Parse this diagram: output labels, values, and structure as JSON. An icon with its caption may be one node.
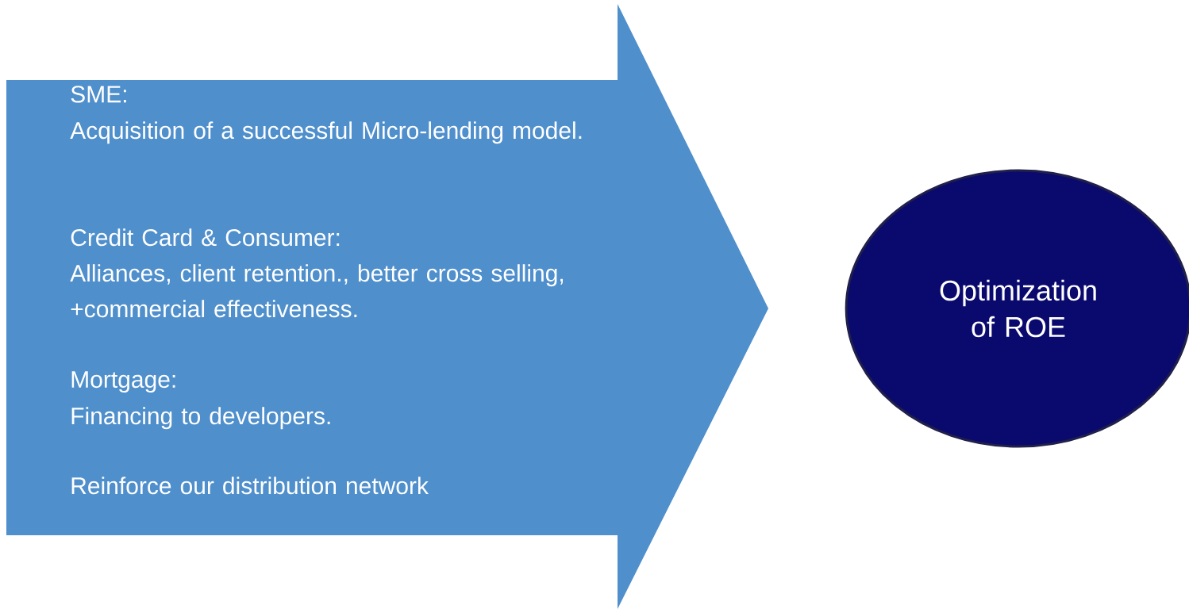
{
  "diagram": {
    "nodes": [
      {
        "text": [
          "SME:",
          "Acquisition of a successful Micro-lending model.",
          "Credit Card & Consumer:",
          "Alliances, client retention., better cross selling, +commercial effectiveness.",
          "Mortgage:",
          "Financing to developers.",
          "Reinforce our distribution network"
        ]
      },
      {
        "text": [
          "Optimization of ROE"
        ]
      }
    ]
  }
}
